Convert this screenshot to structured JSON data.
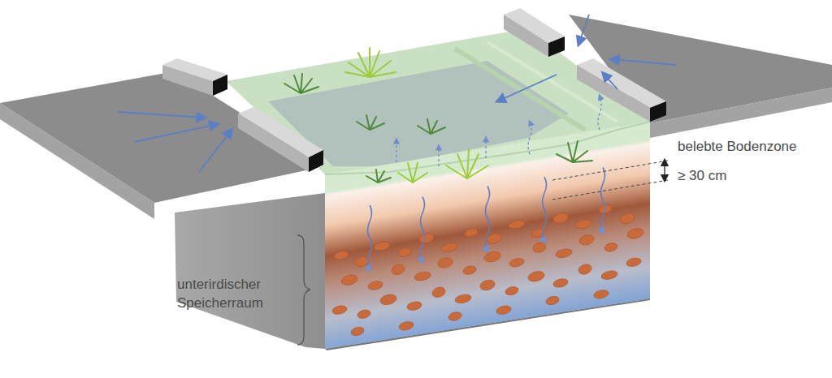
{
  "diagram": {
    "labels": [
      "belebte Bodenzone",
      "≥ 30 cm",
      "unterirdischer Speicherraum"
    ]
  }
}
